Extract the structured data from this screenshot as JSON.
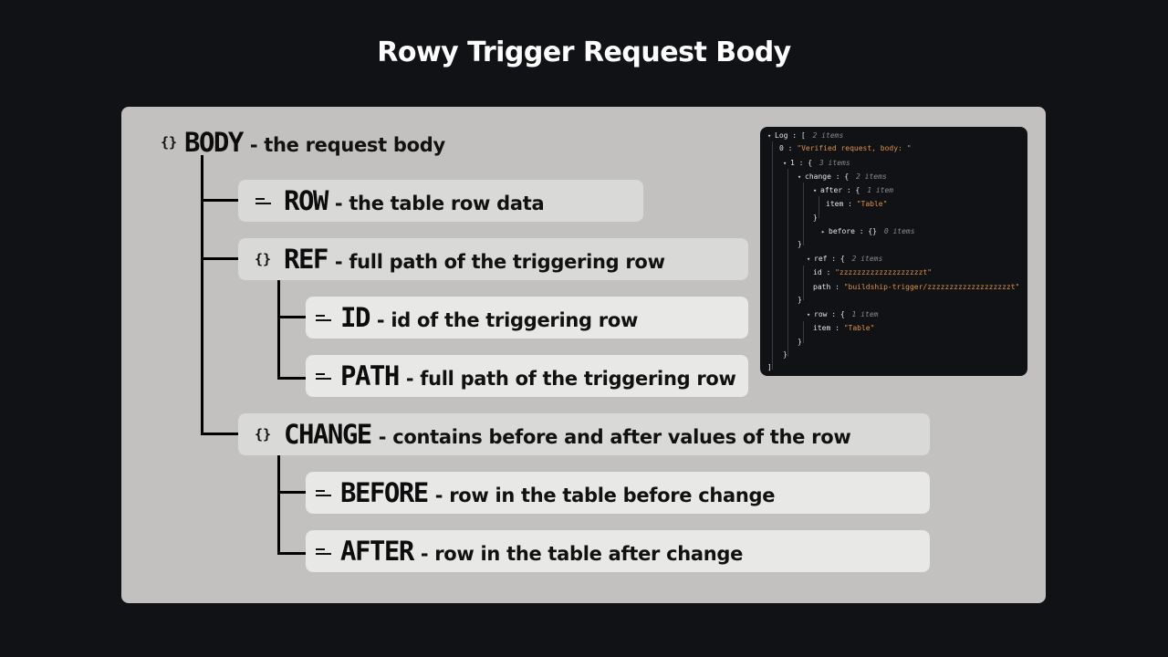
{
  "title": "Rowy Trigger Request Body",
  "tree": {
    "body": {
      "icon": "{}",
      "key": "BODY",
      "desc": "- the request body"
    },
    "row": {
      "icon": "lines",
      "key": "ROW",
      "desc": "- the table row data"
    },
    "ref": {
      "icon": "{}",
      "key": "REF",
      "desc": "- full path of the triggering row"
    },
    "id": {
      "icon": "lines",
      "key": "ID",
      "desc": "- id of the triggering row"
    },
    "path": {
      "icon": "lines",
      "key": "PATH",
      "desc": "- full path of the triggering row"
    },
    "change": {
      "icon": "{}",
      "key": "CHANGE",
      "desc": "- contains before and after values of the row"
    },
    "before": {
      "icon": "lines",
      "key": "BEFORE",
      "desc": "- row in the table before change"
    },
    "after": {
      "icon": "lines",
      "key": "AFTER",
      "desc": "- row in the table after change"
    }
  },
  "log": [
    {
      "toggle": "▾",
      "key": "Log",
      "punct": " : [ ",
      "str": "",
      "meta": "2 items"
    },
    {
      "toggle": "",
      "key": "0",
      "punct": " : ",
      "str": "\"Verified request, body: \"",
      "meta": ""
    },
    {
      "toggle": "▾",
      "key": "1",
      "punct": " : { ",
      "str": "",
      "meta": "3 items"
    },
    {
      "toggle": "▾",
      "key": "change",
      "punct": " : { ",
      "str": "",
      "meta": "2 items"
    },
    {
      "toggle": "▾",
      "key": "after",
      "punct": " : { ",
      "str": "",
      "meta": "1 item"
    },
    {
      "toggle": "",
      "key": "item",
      "punct": " : ",
      "str": "\"Table\"",
      "meta": ""
    },
    {
      "toggle": "",
      "key": "}",
      "punct": "",
      "str": "",
      "meta": ""
    },
    {
      "toggle": "▸",
      "key": "before",
      "punct": " : {} ",
      "str": "",
      "meta": "0 items"
    },
    {
      "toggle": "",
      "key": "}",
      "punct": "",
      "str": "",
      "meta": ""
    },
    {
      "toggle": "▾",
      "key": "ref",
      "punct": " : { ",
      "str": "",
      "meta": "2 items"
    },
    {
      "toggle": "",
      "key": "id",
      "punct": " : ",
      "str": "\"zzzzzzzzzzzzzzzzzzzt\"",
      "meta": ""
    },
    {
      "toggle": "",
      "key": "path",
      "punct": " : ",
      "str": "\"buildship-trigger/zzzzzzzzzzzzzzzzzzzt\"",
      "meta": ""
    },
    {
      "toggle": "",
      "key": "}",
      "punct": "",
      "str": "",
      "meta": ""
    },
    {
      "toggle": "▾",
      "key": "row",
      "punct": " : { ",
      "str": "",
      "meta": "1 item"
    },
    {
      "toggle": "",
      "key": "item",
      "punct": " : ",
      "str": "\"Table\"",
      "meta": ""
    },
    {
      "toggle": "",
      "key": "}",
      "punct": "",
      "str": "",
      "meta": ""
    },
    {
      "toggle": "",
      "key": "}",
      "punct": "",
      "str": "",
      "meta": ""
    },
    {
      "toggle": "",
      "key": "]",
      "punct": "",
      "str": "",
      "meta": ""
    }
  ]
}
